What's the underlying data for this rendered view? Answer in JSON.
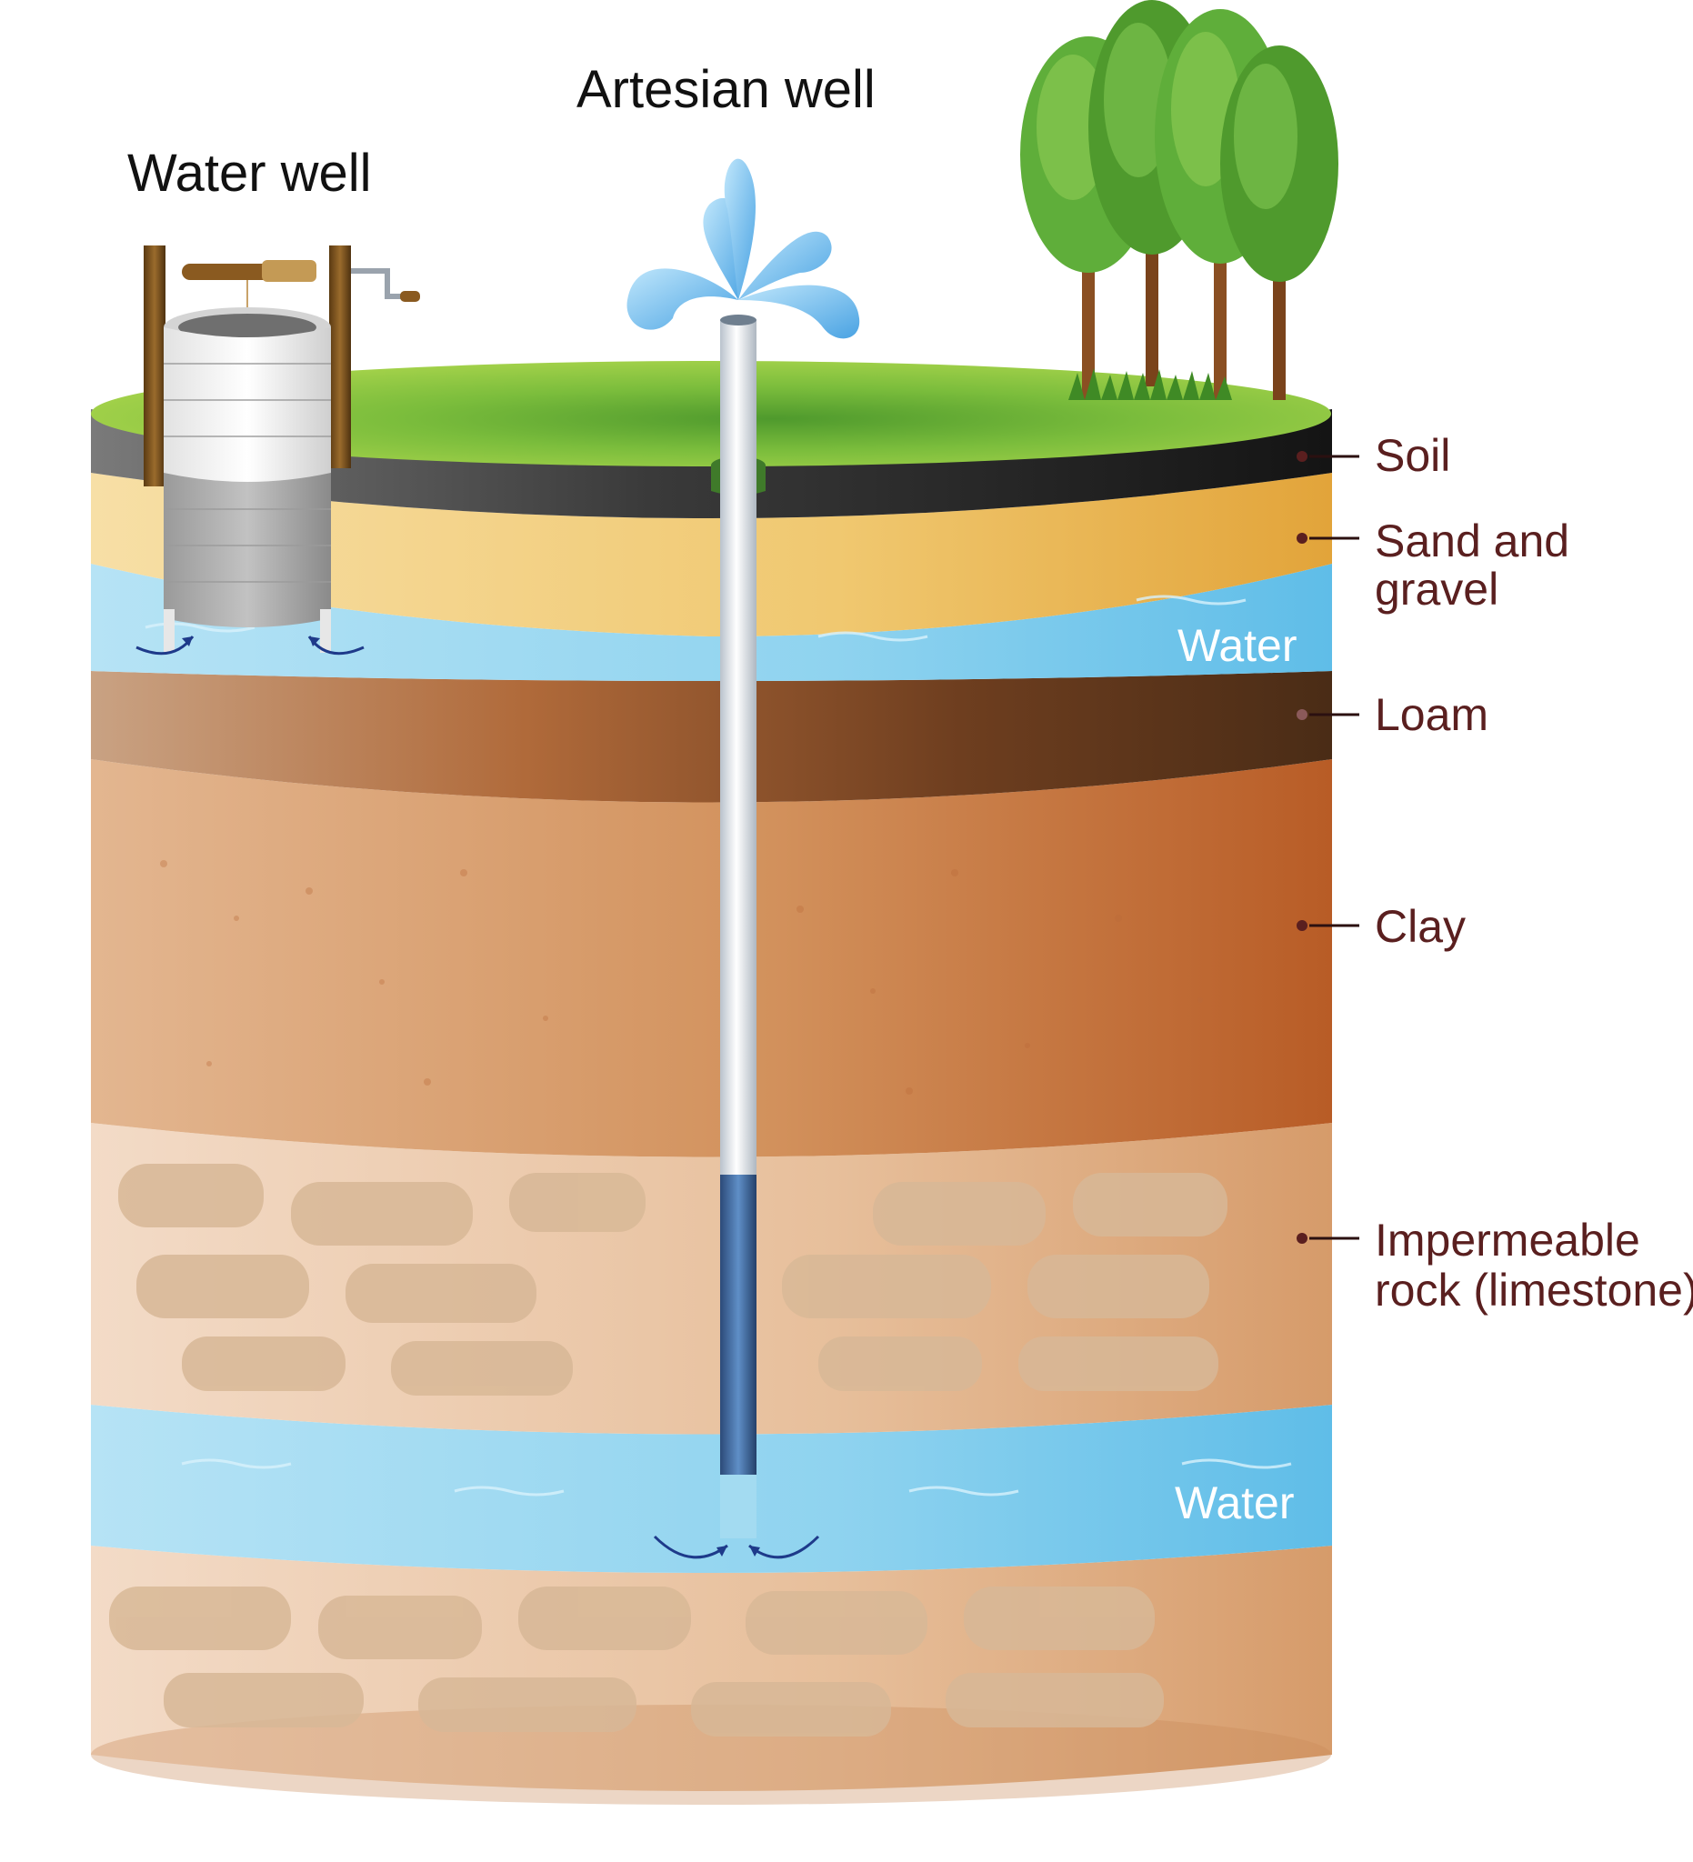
{
  "titles": {
    "water_well": "Water well",
    "artesian_well": "Artesian well"
  },
  "layers": [
    {
      "id": "soil",
      "label": "Soil"
    },
    {
      "id": "sand-gravel",
      "label_line1": "Sand and",
      "label_line2": "gravel"
    },
    {
      "id": "upper-water",
      "label": "Water"
    },
    {
      "id": "loam",
      "label": "Loam"
    },
    {
      "id": "clay",
      "label": "Clay"
    },
    {
      "id": "impermeable-rock",
      "label_line1": "Impermeable",
      "label_line2": "rock (limestone)"
    },
    {
      "id": "lower-water",
      "label": "Water"
    }
  ],
  "colors": {
    "grass": "#8cc63f",
    "soil": "#2b2b2b",
    "sand": "#f2cf7a",
    "water": "#8fd3ef",
    "loam": "#6b3d1f",
    "clay": "#c8743d",
    "limestone": "#e6c2a0",
    "label_text": "#5a1f1f"
  }
}
